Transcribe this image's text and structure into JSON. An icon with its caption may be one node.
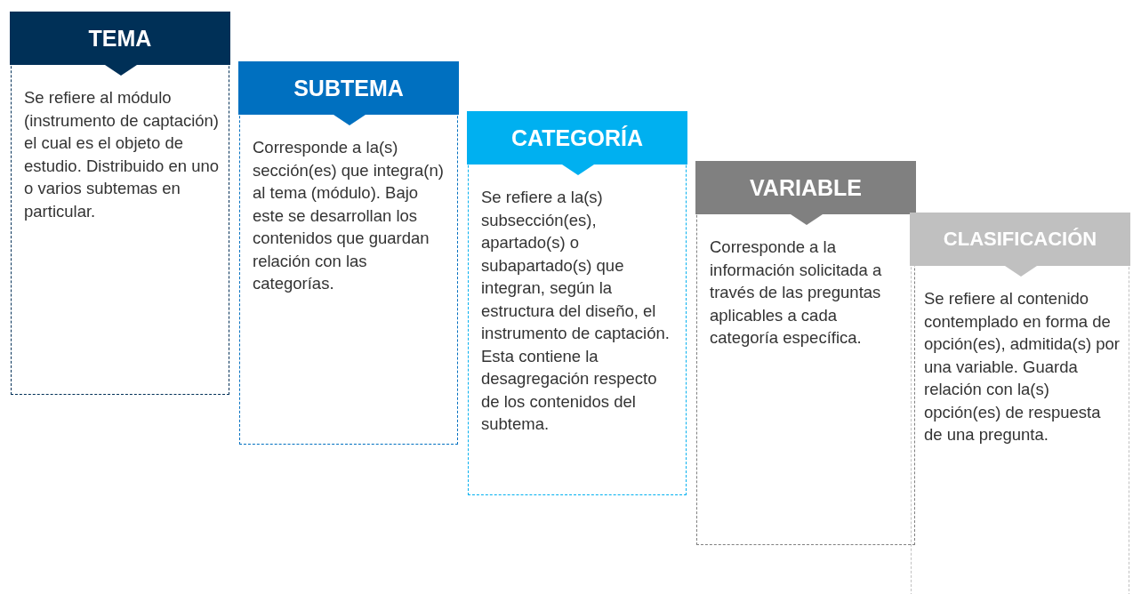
{
  "diagram": {
    "nodes": [
      {
        "text": [
          "TEMA",
          "Se refiere al módulo (instrumento de captación) el cual es el objeto de estudio. Distribuido en uno o varios subtemas en particular."
        ]
      },
      {
        "text": [
          "SUBTEMA",
          "Corresponde a la(s) sección(es) que integra(n) al tema (módulo). Bajo este se desarrollan los contenidos que guardan relación con las categorías."
        ]
      },
      {
        "text": [
          "CATEGORÍA",
          "Se refiere a la(s) subsección(es), apartado(s) o subapartado(s) que integran, según la estructura del diseño, el instrumento de captación. Esta contiene la desagregación respecto de los contenidos del subtema."
        ]
      },
      {
        "text": [
          "VARIABLE",
          "Corresponde a la información solicitada a través de las preguntas aplicables a cada categoría específica."
        ]
      },
      {
        "text": [
          "CLASIFICACIÓN",
          "Se refiere al contenido contemplado en forma de opción(es), admitida(s) por una variable. Guarda relación con la(s) opción(es) de respuesta de una pregunta."
        ]
      }
    ],
    "edges": []
  }
}
